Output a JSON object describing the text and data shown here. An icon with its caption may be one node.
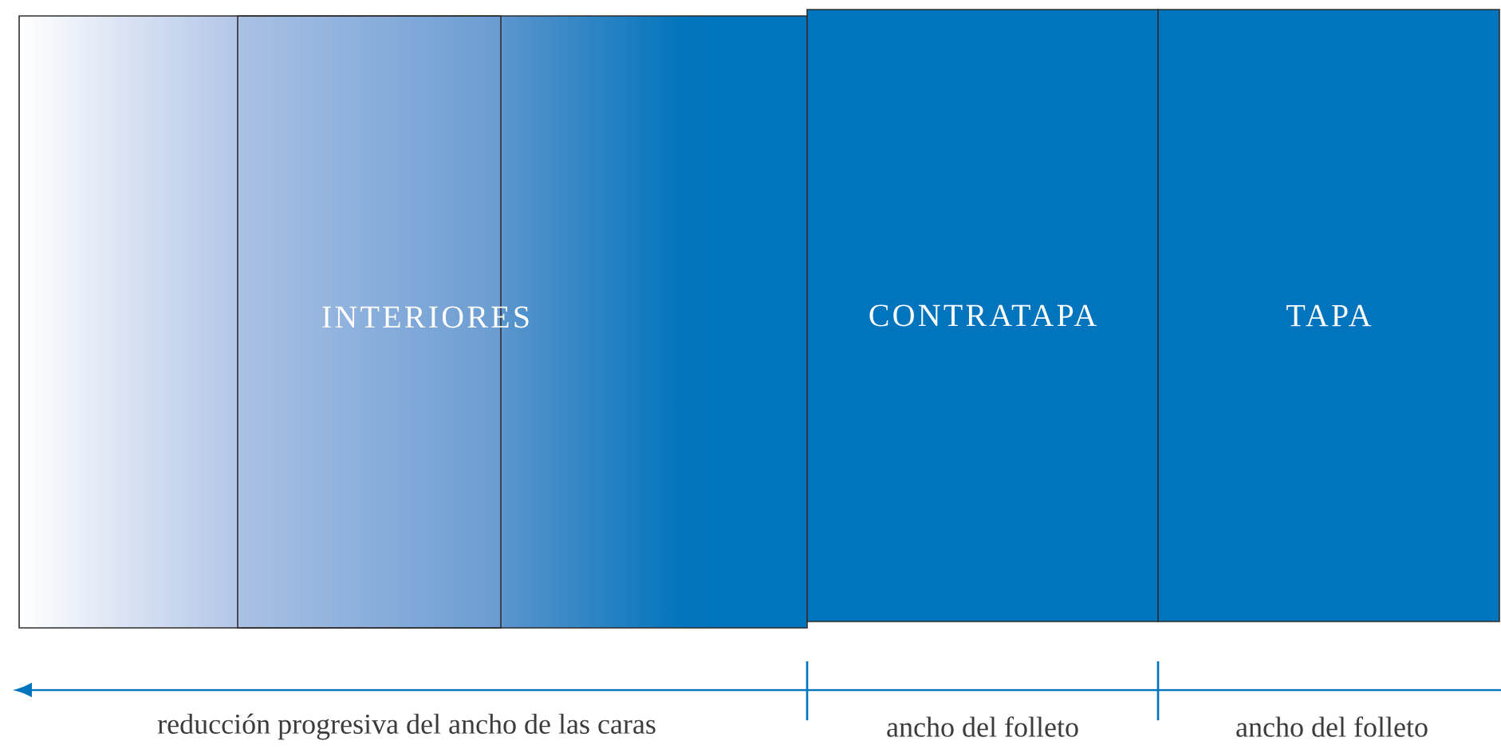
{
  "diagram": {
    "nodes": [
      {
        "text": [
          "INTERIORES"
        ]
      },
      {
        "text": [
          "CONTRATAPA"
        ]
      },
      {
        "text": [
          "TAPA"
        ]
      }
    ],
    "labels": [
      "reducción progresiva del ancho de las caras",
      "ancho del folleto",
      "ancho del folleto"
    ]
  }
}
